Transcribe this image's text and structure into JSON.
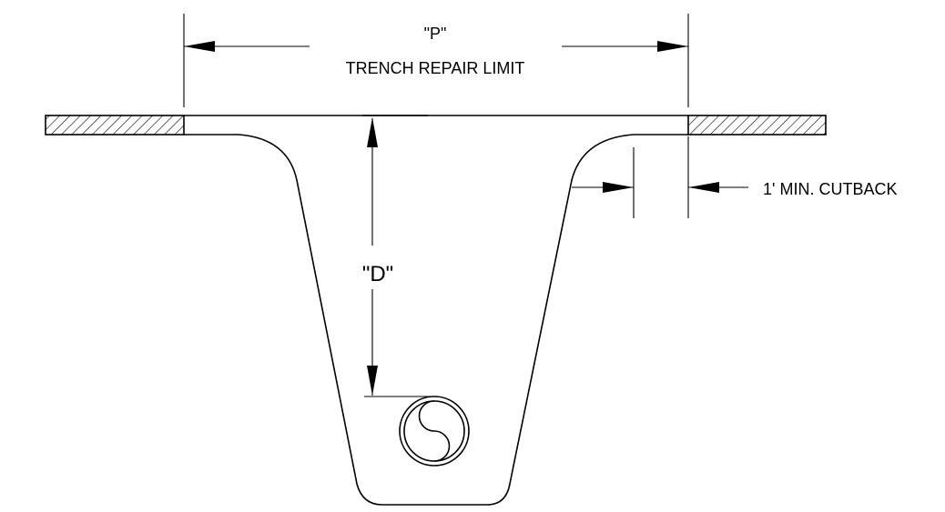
{
  "labels": {
    "p_symbol": "\"P\"",
    "trench_repair_limit": "TRENCH REPAIR LIMIT",
    "d_symbol": "\"D\"",
    "cutback": "1' MIN. CUTBACK"
  }
}
